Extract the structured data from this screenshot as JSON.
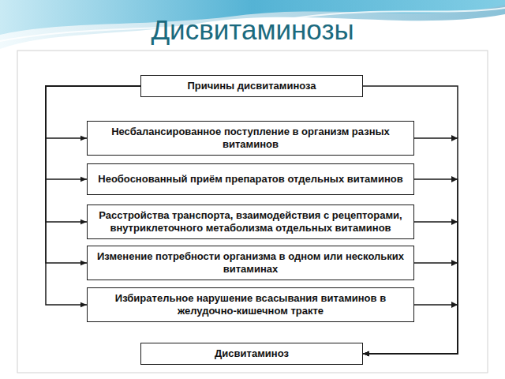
{
  "diagram": {
    "title": "Дисвитаминозы",
    "nodes": [
      {
        "text": [
          "Причины дисвитаминоза"
        ]
      },
      {
        "text": [
          "Несбалансированное поступление в организм разных витаминов"
        ]
      },
      {
        "text": [
          "Необоснованный приём препаратов отдельных витаминов"
        ]
      },
      {
        "text": [
          "Расстройства транспорта, взаимодействия с рецепторами, внутриклеточного метаболизма отдельных витаминов"
        ]
      },
      {
        "text": [
          "Изменение потребности организма в одном или нескольких витаминах"
        ]
      },
      {
        "text": [
          "Избирательное нарушение всасывания витаминов в желудочно-кишечном тракте"
        ]
      },
      {
        "text": [
          "Дисвитаминоз"
        ]
      }
    ],
    "edges": [
      {
        "from": 0,
        "to": 1,
        "arrow": "to"
      },
      {
        "from": 0,
        "to": 2,
        "arrow": "to"
      },
      {
        "from": 0,
        "to": 3,
        "arrow": "to"
      },
      {
        "from": 0,
        "to": 4,
        "arrow": "to"
      },
      {
        "from": 0,
        "to": 5,
        "arrow": "to"
      },
      {
        "from": 1,
        "to": 6,
        "arrow": "to"
      },
      {
        "from": 2,
        "to": 6,
        "arrow": "to"
      },
      {
        "from": 3,
        "to": 6,
        "arrow": "to"
      },
      {
        "from": 4,
        "to": 6,
        "arrow": "to"
      },
      {
        "from": 5,
        "to": 6,
        "arrow": "to"
      }
    ]
  }
}
